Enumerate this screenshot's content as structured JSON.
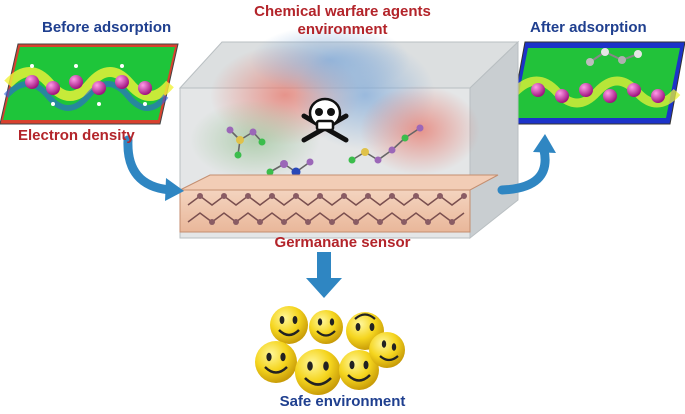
{
  "labels": {
    "before": "Before adsorption",
    "after": "After adsorption",
    "environment_line1": "Chemical warfare agents",
    "environment_line2": "environment",
    "electron_density": "Electron density",
    "sensor": "Germanane sensor",
    "safe": "Safe environment"
  },
  "colors": {
    "title_blue": "#1f3f8f",
    "title_red": "#b3242a",
    "arrow": "#2f86c2",
    "density_green": "#26c83e",
    "density_red": "#d63a2a",
    "density_blue": "#1c33c9",
    "atom_magenta": "#c71d9f",
    "smiley_yellow": "#f3d21c"
  },
  "icons": [
    "skull-crossbones-icon",
    "smiley-face-icon"
  ]
}
